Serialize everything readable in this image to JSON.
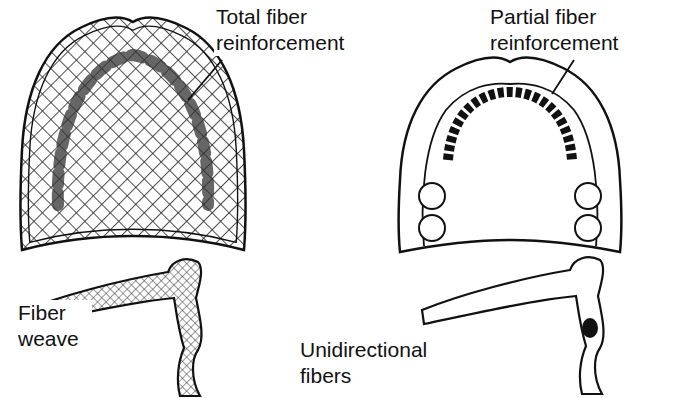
{
  "diagram": {
    "labels": [
      "Total fiber reinforcement",
      "Partial fiber reinforcement",
      "Fiber weave",
      "Unidirectional fibers"
    ]
  }
}
